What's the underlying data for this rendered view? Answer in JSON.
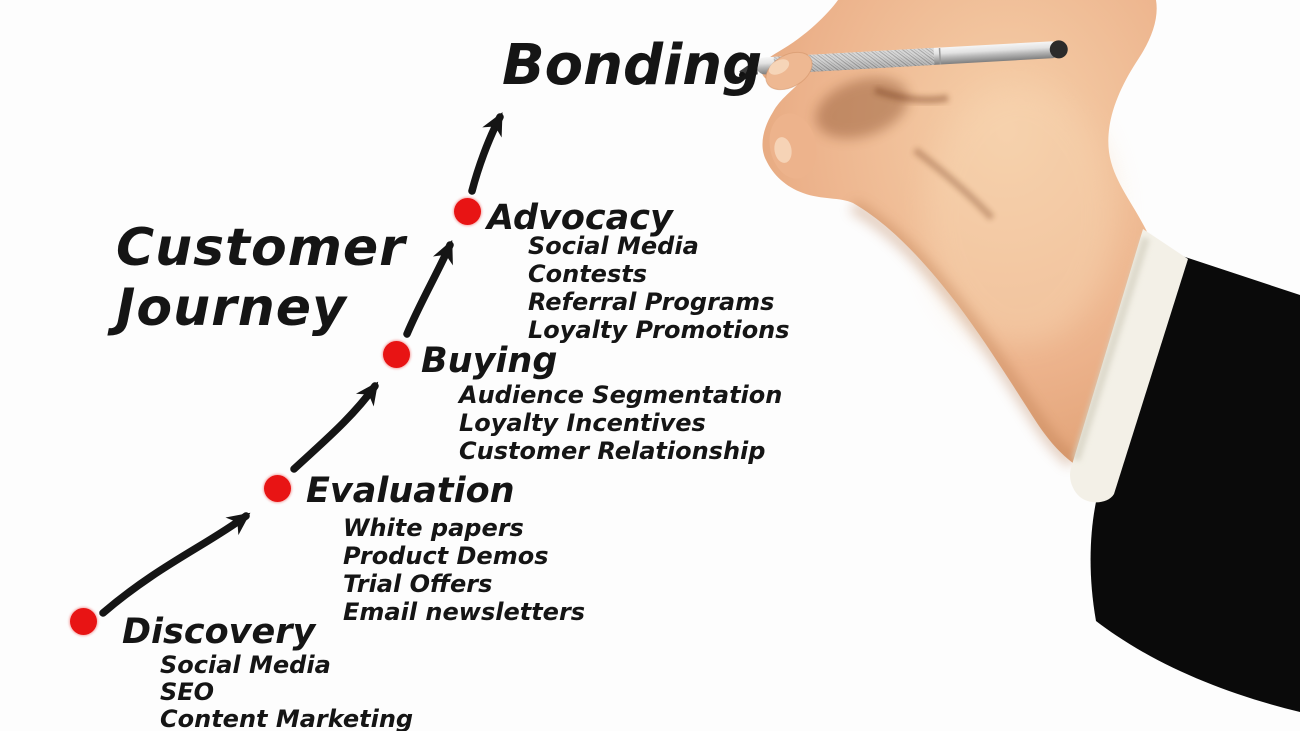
{
  "title": {
    "line1": "Customer",
    "line2": "Journey"
  },
  "stages": [
    {
      "name": "Discovery",
      "items": [
        "Social Media",
        "SEO",
        "Content Marketing"
      ]
    },
    {
      "name": "Evaluation",
      "items": [
        "White papers",
        "Product Demos",
        "Trial Offers",
        "Email newsletters"
      ]
    },
    {
      "name": "Buying",
      "items": [
        "Audience Segmentation",
        "Loyalty Incentives",
        "Customer Relationship"
      ]
    },
    {
      "name": "Advocacy",
      "items": [
        "Social Media",
        "Contests",
        "Referral Programs",
        "Loyalty Promotions"
      ]
    },
    {
      "name": "Bonding",
      "items": []
    }
  ],
  "colors": {
    "dot": "#e81414",
    "ink": "#151515",
    "bg": "#fdfdfd",
    "skin": "#ecb28b",
    "skin-light": "#f7d4b0",
    "skin-shadow": "#b06f42",
    "sleeve": "#0a0a0a",
    "cuff": "#f3f0e7"
  }
}
